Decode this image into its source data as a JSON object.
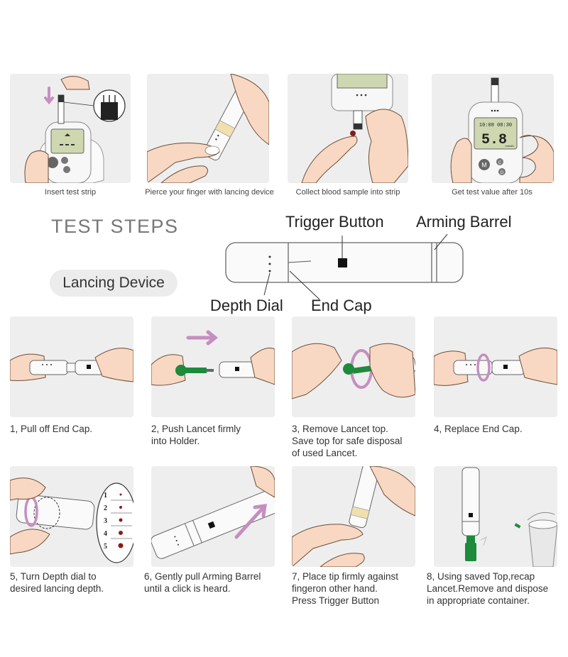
{
  "title": "TEST STEPS",
  "lancing_label": "Lancing Device",
  "top_captions": [
    "Insert test strip",
    "Pierce your finger with lancing device",
    "Collect blood sample into strip",
    "Get test value after 10s"
  ],
  "meter": {
    "display_time": "10:08 08:30",
    "display_value": "5.8",
    "display_unit": "mmol/L",
    "button_m": "M",
    "button_c": "C",
    "button_d": "D"
  },
  "device_labels": {
    "trigger": "Trigger Button",
    "arming": "Arming Barrel",
    "depth": "Depth Dial",
    "endcap": "End Cap"
  },
  "depth_numbers": [
    "1",
    "2",
    "3",
    "4",
    "5"
  ],
  "steps": [
    "1, Pull off End Cap.",
    "2, Push Lancet firmly\ninto Holder.",
    "3, Remove Lancet top.\nSave top for safe disposal\nof used Lancet.",
    "4, Replace End Cap.",
    "5, Turn Depth dial to\ndesired lancing depth.",
    "6, Gently pull Arming Barrel\nuntil a click is heard.",
    "7, Place tip firmly against\nfingeron other hand.\nPress Trigger Button",
    "8, Using saved Top,recap\nLancet.Remove and dispose\nin appropriate container."
  ],
  "colors": {
    "panel_bg": "#eeeeee",
    "skin": "#f8d8c2",
    "lancet_green": "#1e8a3c",
    "arrow_pink": "#c48fbf",
    "blood": "#8a1a1a",
    "screen": "#cfd7b0"
  }
}
